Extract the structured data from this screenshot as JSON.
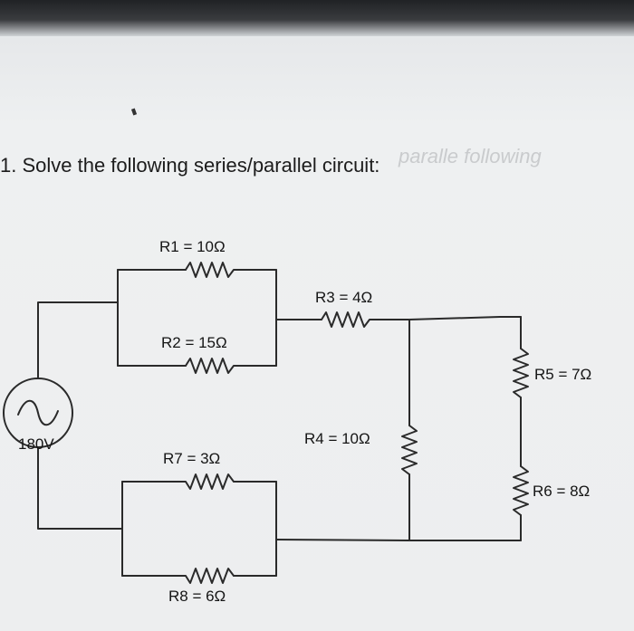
{
  "question": {
    "text": "1. Solve the following series/parallel circuit:"
  },
  "ghost_text": "paralle following",
  "source": {
    "label": "180V"
  },
  "resistors": {
    "r1": "R1 = 10Ω",
    "r2": "R2 = 15Ω",
    "r3": "R3 = 4Ω",
    "r4": "R4 = 10Ω",
    "r5": "R5 = 7Ω",
    "r6": "R6 = 8Ω",
    "r7": "R7 = 3Ω",
    "r8": "R8 = 6Ω"
  },
  "colors": {
    "wire": "#2a2a2a",
    "text": "#151515",
    "paper": "#eef0f1"
  }
}
